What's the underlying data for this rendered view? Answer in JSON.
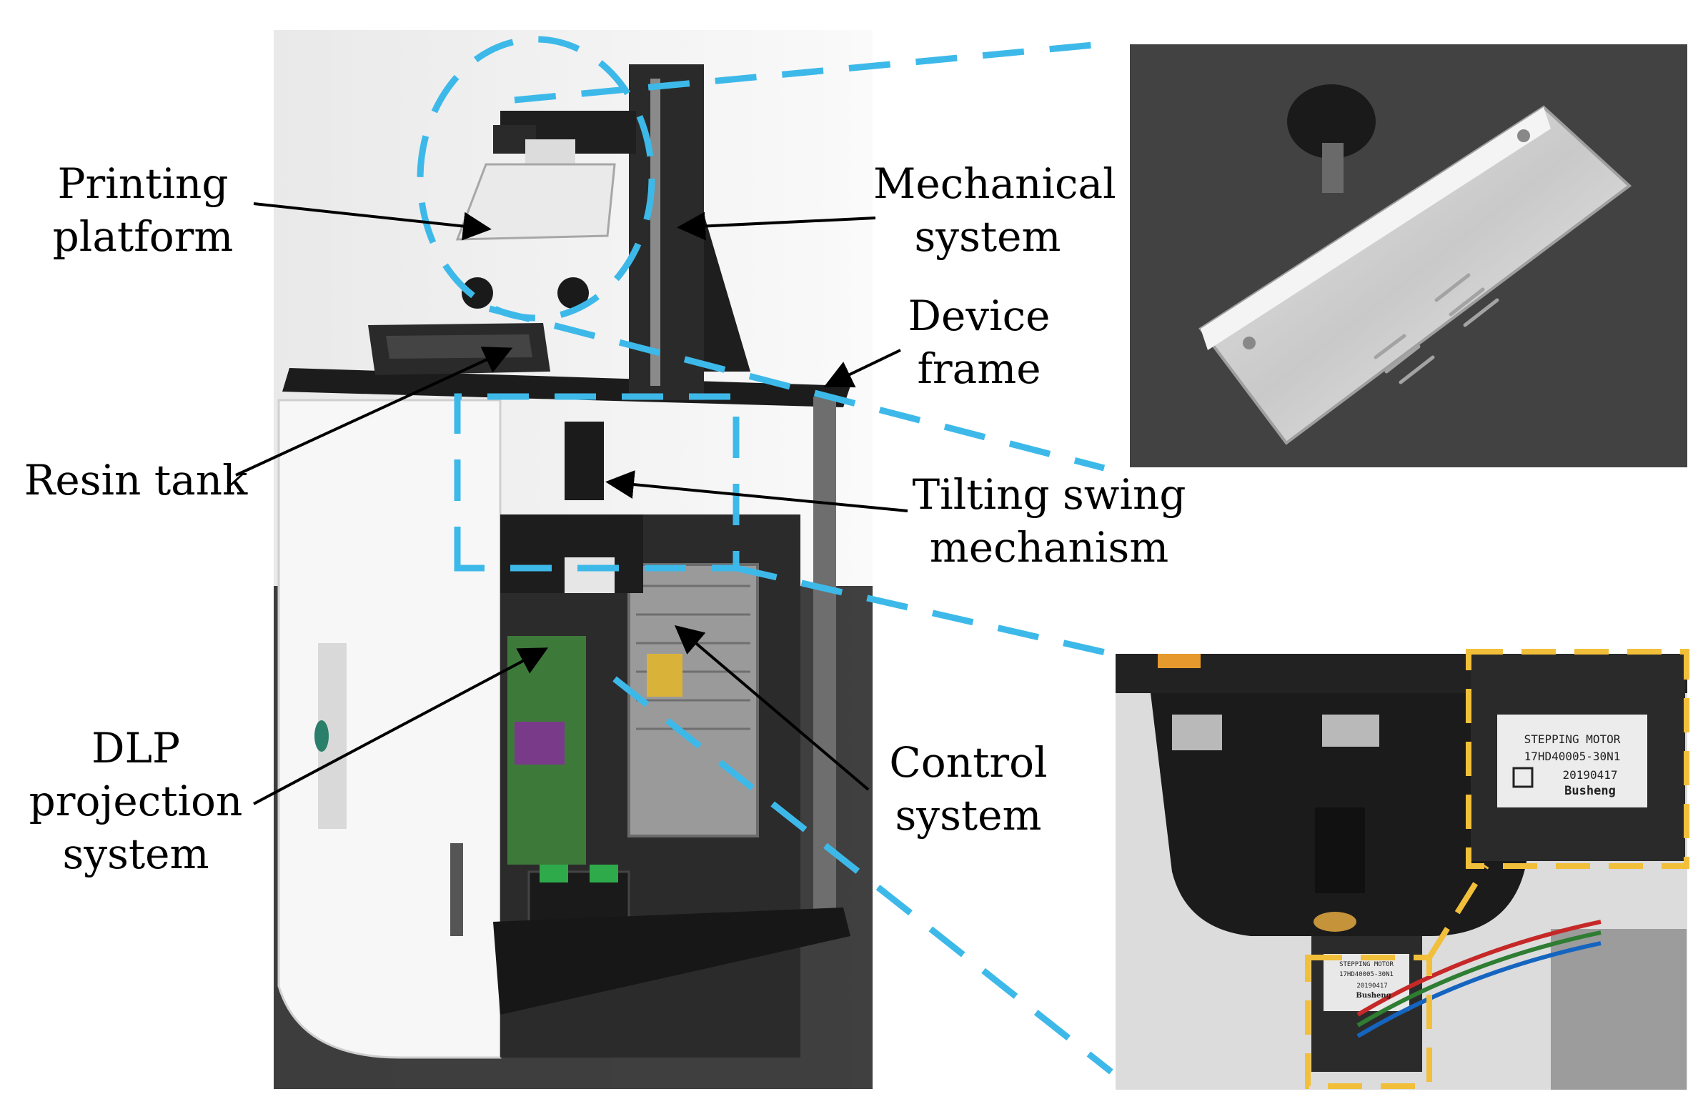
{
  "labels": {
    "printing_platform": [
      "Printing",
      "platform"
    ],
    "mechanical_system": [
      "Mechanical",
      "system"
    ],
    "device_frame": [
      "Device",
      "frame"
    ],
    "resin_tank": [
      "Resin tank"
    ],
    "tilting_swing": [
      "Tilting swing",
      "mechanism"
    ],
    "dlp_projection": [
      "DLP",
      "projection",
      "system"
    ],
    "control_system": [
      "Control",
      "system"
    ]
  },
  "motor_label": {
    "line1": "STEPPING MOTOR",
    "line2": "17HD40005-30N1",
    "line3": "20190417",
    "brand": "Busheng"
  },
  "colors": {
    "callout_dash": "#3db9e9",
    "motor_box": "#f2bf3a",
    "arrow": "#000000"
  }
}
